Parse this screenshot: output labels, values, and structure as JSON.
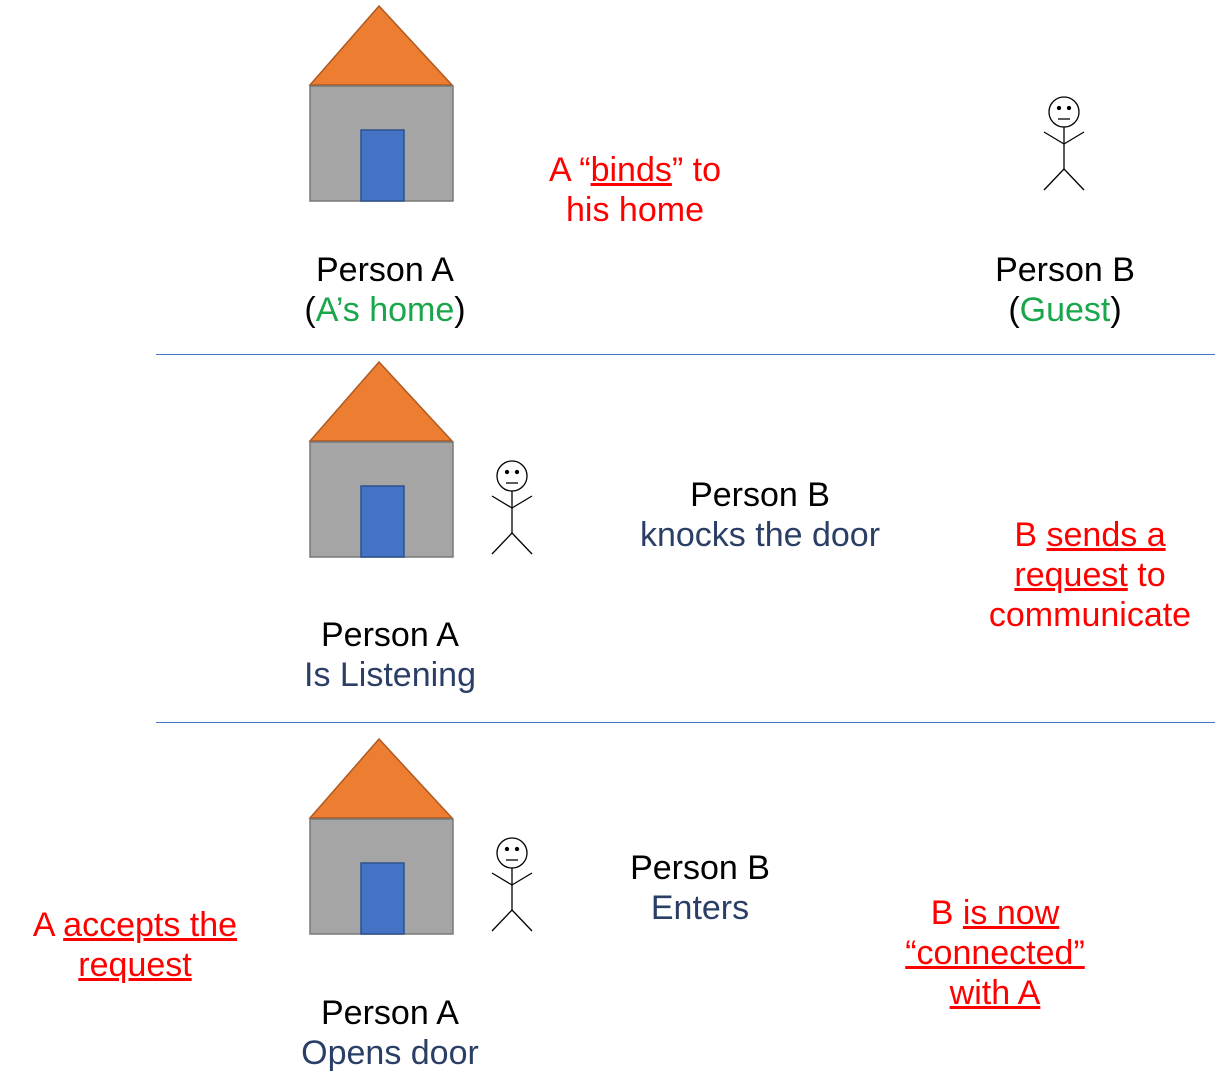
{
  "scene1": {
    "person_a": "Person A",
    "a_paren_open": "(",
    "a_home": "A’s home",
    "a_paren_close": ")",
    "person_b": "Person B",
    "b_paren_open": "(",
    "b_guest": "Guest",
    "b_paren_close": ")",
    "note": {
      "prefix": "A “",
      "underlined": "binds",
      "suffix": "” to",
      "line2": "his home"
    }
  },
  "scene2": {
    "person_b": "Person B",
    "b_action": "knocks the door",
    "person_a": "Person A",
    "a_action": "Is Listening",
    "note": {
      "prefix": "B ",
      "underlined": "sends a",
      "line2_underlined": "request",
      "line2_suffix": " to",
      "line3": "communicate"
    }
  },
  "scene3": {
    "person_b": "Person B",
    "b_action": "Enters",
    "person_a": "Person A",
    "a_action": "Opens door",
    "left_note": {
      "prefix": "A ",
      "underlined": "accepts the",
      "line2_underlined": "request"
    },
    "right_note": {
      "prefix": "B ",
      "underlined": "is now",
      "line2_underlined": "“connected”",
      "line3_underlined": "with A"
    }
  },
  "colors": {
    "roof": "#ed7d31",
    "wall": "#a5a5a5",
    "door": "#4472c4",
    "divider": "#4472c4",
    "label_green": "#1aa64b",
    "label_navy": "#2b3f66",
    "note_red": "#ff0000"
  }
}
